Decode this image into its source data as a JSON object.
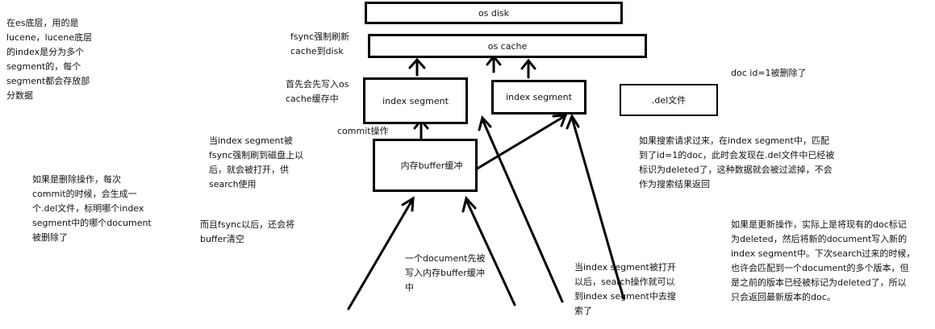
{
  "boxes": {
    "os_disk": "os disk",
    "os_cache": "os cache",
    "segment1": "index segment",
    "segment2": "index segment",
    "del_file": ".del文件",
    "buffer": "内存buffer缓冲"
  },
  "notes": {
    "lucene": "在es底层，用的是\nlucene，lucene底层\n的index是分为多个\nsegment的，每个\nsegment都会存放部\n分数据",
    "fsync_flush": "fsync强制刷新\ncache到disk",
    "write_cache": "首先会先写入os\ncache缓存中",
    "doc_deleted": "doc id=1被删除了",
    "commit": "commit操作",
    "fsync_open": "当index segment被\nfsync强制刷到磁盘上以\n后，就会被打开，供\nsearch使用",
    "delete_op": "如果是删除操作，每次\ncommit的时候，会生成一\n个.del文件，标明哪个index\nsegment中的哪个document\n被删除了",
    "clear_buffer": "而且fsync以后，还会将\nbuffer清空",
    "search_filter": "如果搜索请求过来，在index segment中，匹配\n到了id=1的doc，此时会发现在.del文件中已经被\n标识为deleted了，这种数据就会被过滤掉，不会\n作为搜索结果返回",
    "doc_write": "一个document先被\n写入内存buffer缓冲\n中",
    "search_open": "当index segment被打开\n以后，search操作就可以\n到index segment中去搜\n索了",
    "update_op": "如果是更新操作，实际上是将现有的doc标记\n为deleted，然后将新的document写入新的\nindex segment中。下次search过来的时候，\n也许会匹配到一个document的多个版本，但\n是之前的版本已经被标记为deleted了，所以\n只会返回最新版本的doc。"
  }
}
